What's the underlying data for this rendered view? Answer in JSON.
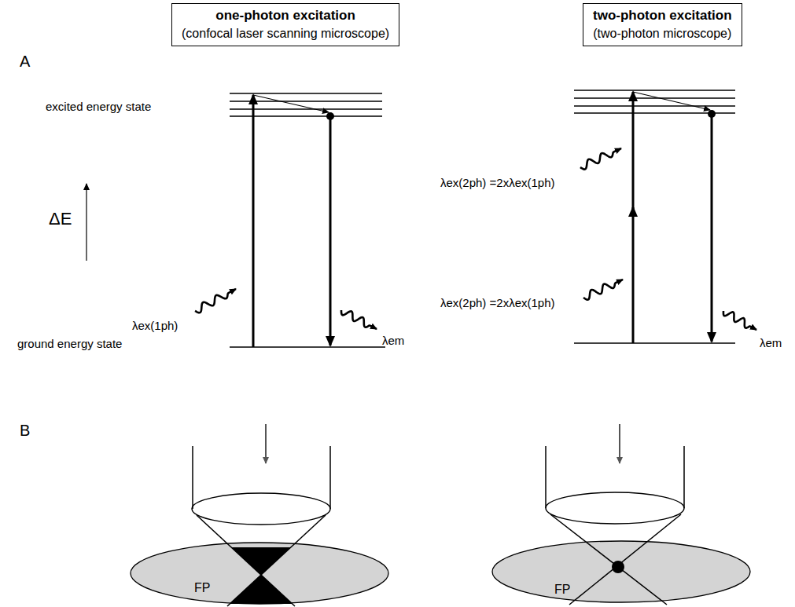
{
  "diagram": {
    "nodes": [
      {
        "text": [
          "one-photon excitation",
          "(confocal laser scanning microscope)"
        ]
      },
      {
        "text": [
          "two-photon excitation",
          "(two-photon microscope)"
        ]
      },
      {
        "text": [
          "FP"
        ]
      },
      {
        "text": [
          "FP"
        ]
      }
    ],
    "labels": [
      "A",
      "excited energy state",
      "ΔE",
      "λex(1ph)",
      "λem",
      "ground energy state",
      "λex(2ph) =2xλex(1ph)",
      "λex(2ph) =2xλex(1ph)",
      "λem",
      "B"
    ]
  }
}
